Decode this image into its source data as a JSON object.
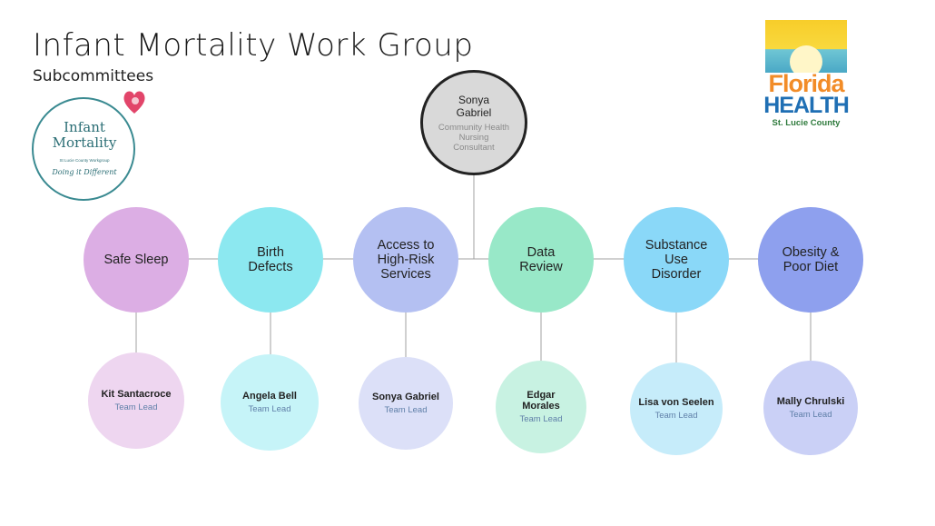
{
  "header": {
    "title": "Infant Mortality Work Group",
    "subtitle": "Subcommittees"
  },
  "logo_left": {
    "line1": "Infant",
    "line2": "Mortality",
    "line3": "St Lucie County Workgroup",
    "tagline": "Doing it Different"
  },
  "logo_right": {
    "word1": "Florida",
    "word2": "HEALTH",
    "word3": "St. Lucie County"
  },
  "root": {
    "name": "Sonya Gabriel",
    "role": "Community Health Nursing Consultant"
  },
  "subcommittees": [
    {
      "label": "Safe Sleep",
      "color": "#dcaee4"
    },
    {
      "label": "Birth Defects",
      "color": "#8ce8f0"
    },
    {
      "label": "Access to High-Risk Services",
      "color": "#b4c0f2"
    },
    {
      "label": "Data Review",
      "color": "#98e8c8"
    },
    {
      "label": "Substance Use Disorder",
      "color": "#8ad8f8"
    },
    {
      "label": "Obesity & Poor Diet",
      "color": "#8ea0ee"
    }
  ],
  "leads": [
    {
      "name": "Kit Santacroce",
      "role": "Team Lead",
      "color": "#eed6f0"
    },
    {
      "name": "Angela Bell",
      "role": "Team Lead",
      "color": "#c6f4f8"
    },
    {
      "name": "Sonya Gabriel",
      "role": "Team Lead",
      "color": "#dce0f8"
    },
    {
      "name": "Edgar Morales",
      "role": "Team Lead",
      "color": "#c8f2e2"
    },
    {
      "name": "Lisa von Seelen",
      "role": "Team Lead",
      "color": "#c6ecfa"
    },
    {
      "name": "Mally Chrulski",
      "role": "Team Lead",
      "color": "#cad0f6"
    }
  ],
  "colors": {
    "connector": "#a0a0a0",
    "root_border": "#222222"
  }
}
